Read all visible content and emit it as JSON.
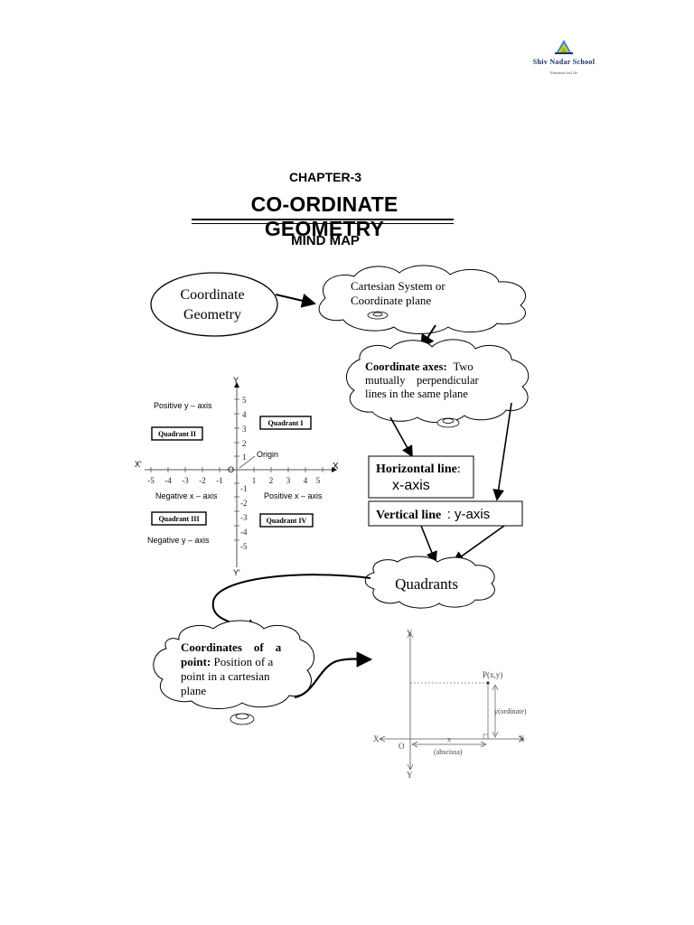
{
  "header": {
    "logo_name": "Shiv Nadar School",
    "logo_tagline": "Education for Life"
  },
  "title": {
    "chapter": "CHAPTER-3",
    "main": "CO-ORDINATE GEOMETRY",
    "sub": "MIND MAP"
  },
  "mindmap": {
    "coordinate_geometry": [
      "Coordinate",
      "Geometry"
    ],
    "cartesian": [
      "Cartesian System or",
      "Coordinate plane"
    ],
    "axes_bold": "Coordinate axes:",
    "axes_rest": "Two",
    "axes_lines": [
      "mutually    perpendicular",
      "lines in the same plane"
    ],
    "horizontal_bold": "Horizontal line",
    "horizontal_colon": ":",
    "horizontal_value": "x-axis",
    "vertical_bold": "Vertical line",
    "vertical_rest": ": y-axis",
    "quadrants": "Quadrants",
    "point_line1_bold": "Coordinates    of    a",
    "point_line2_bold": "point:",
    "point_line2_rest": " Position of a",
    "point_lines": [
      "point in a cartesian",
      "plane"
    ]
  },
  "graph": {
    "y_label": "Y",
    "y_prime": "Y'",
    "x_label": "X",
    "x_prime": "X'",
    "origin_label": "Origin",
    "origin_o": "O",
    "positive_y": "Positive y – axis",
    "negative_y": "Negative y – axis",
    "positive_x": "Positive x – axis",
    "negative_x": "Negative x – axis",
    "quadrant_1": "Quadrant I",
    "quadrant_2": "Quadrant II",
    "quadrant_3": "Quadrant III",
    "quadrant_4": "Quadrant IV",
    "x_ticks": [
      "-5",
      "-4",
      "-3",
      "-2",
      "-1",
      "1",
      "2",
      "3",
      "4",
      "5"
    ],
    "y_ticks": [
      "5",
      "4",
      "3",
      "2",
      "1",
      "-1",
      "-2",
      "-3",
      "-4",
      "-5"
    ]
  },
  "point_diagram": {
    "y_top": "Y",
    "y_bottom": "Y",
    "x_left": "X",
    "x_right": "X",
    "origin": "O",
    "point": "P(x,y)",
    "ordinate": "y(ordinate)",
    "x": "x",
    "abscissa": "(abscissa)"
  }
}
